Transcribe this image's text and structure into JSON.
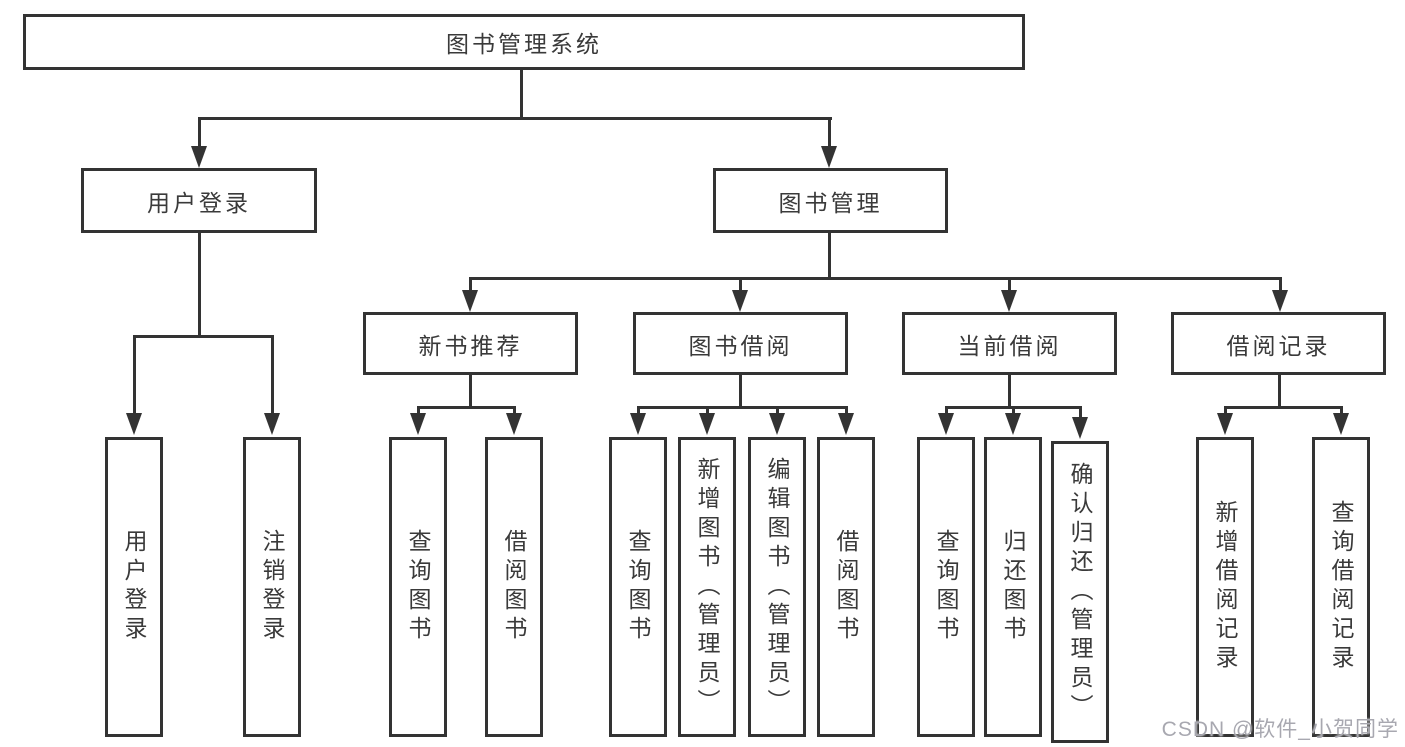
{
  "tree": {
    "label": "图书管理系统",
    "children": [
      {
        "label": "用户登录",
        "children": [
          {
            "label": "用户登录"
          },
          {
            "label": "注销登录"
          }
        ]
      },
      {
        "label": "图书管理",
        "children": [
          {
            "label": "新书推荐",
            "children": [
              {
                "label": "查询图书"
              },
              {
                "label": "借阅图书"
              }
            ]
          },
          {
            "label": "图书借阅",
            "children": [
              {
                "label": "查询图书"
              },
              {
                "label": "新增图书（管理员）"
              },
              {
                "label": "编辑图书（管理员）"
              },
              {
                "label": "借阅图书"
              }
            ]
          },
          {
            "label": "当前借阅",
            "children": [
              {
                "label": "查询图书"
              },
              {
                "label": "归还图书"
              },
              {
                "label": "确认归还（管理员）"
              }
            ]
          },
          {
            "label": "借阅记录",
            "children": [
              {
                "label": "新增借阅记录"
              },
              {
                "label": "查询借阅记录"
              }
            ]
          }
        ]
      }
    ]
  },
  "watermark": {
    "text": "CSDN @软件_小贺同学"
  },
  "colors": {
    "line": "#333333",
    "text": "#3a3a3a",
    "background": "#ffffff",
    "watermark": "#a8a8b0"
  }
}
